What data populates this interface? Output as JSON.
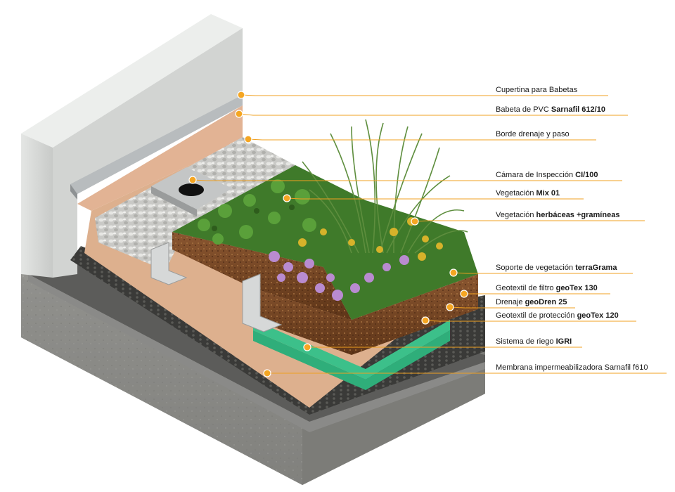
{
  "colors": {
    "leader": "#f0a020",
    "marker_fill": "#f5a623",
    "concrete": "#8a8a86",
    "wall": "#d8dad8",
    "substrate": "#7a4a26",
    "drain_sheet": "#2fae7a",
    "foliage": "#3f7a2a",
    "flowers_purple": "#b98bd0",
    "flowers_yellow": "#d6b22a"
  },
  "callouts": [
    {
      "normal": "Cupertina para  Babetas",
      "bold": ""
    },
    {
      "normal": "Babeta de PVC ",
      "bold": "Sarnafil 612/10"
    },
    {
      "normal": "Borde drenaje y paso",
      "bold": ""
    },
    {
      "normal": "Cámara de Inspección ",
      "bold": "CI/100"
    },
    {
      "normal": "Vegetación ",
      "bold": "Mix 01"
    },
    {
      "normal": "Vegetación ",
      "bold": "herbáceas +gramíneas"
    },
    {
      "normal": "Soporte de vegetación ",
      "bold": "terraGrama"
    },
    {
      "normal": "Geotextil de filtro ",
      "bold": "geoTex 130"
    },
    {
      "normal": "Drenaje ",
      "bold": "geoDren 25"
    },
    {
      "normal": "Geotextil de protección ",
      "bold": "geoTex 120"
    },
    {
      "normal": "Sistema de riego ",
      "bold": "IGRI"
    },
    {
      "normal": "Membrana impermeabilizadora Sarnafil f610",
      "bold": ""
    }
  ]
}
